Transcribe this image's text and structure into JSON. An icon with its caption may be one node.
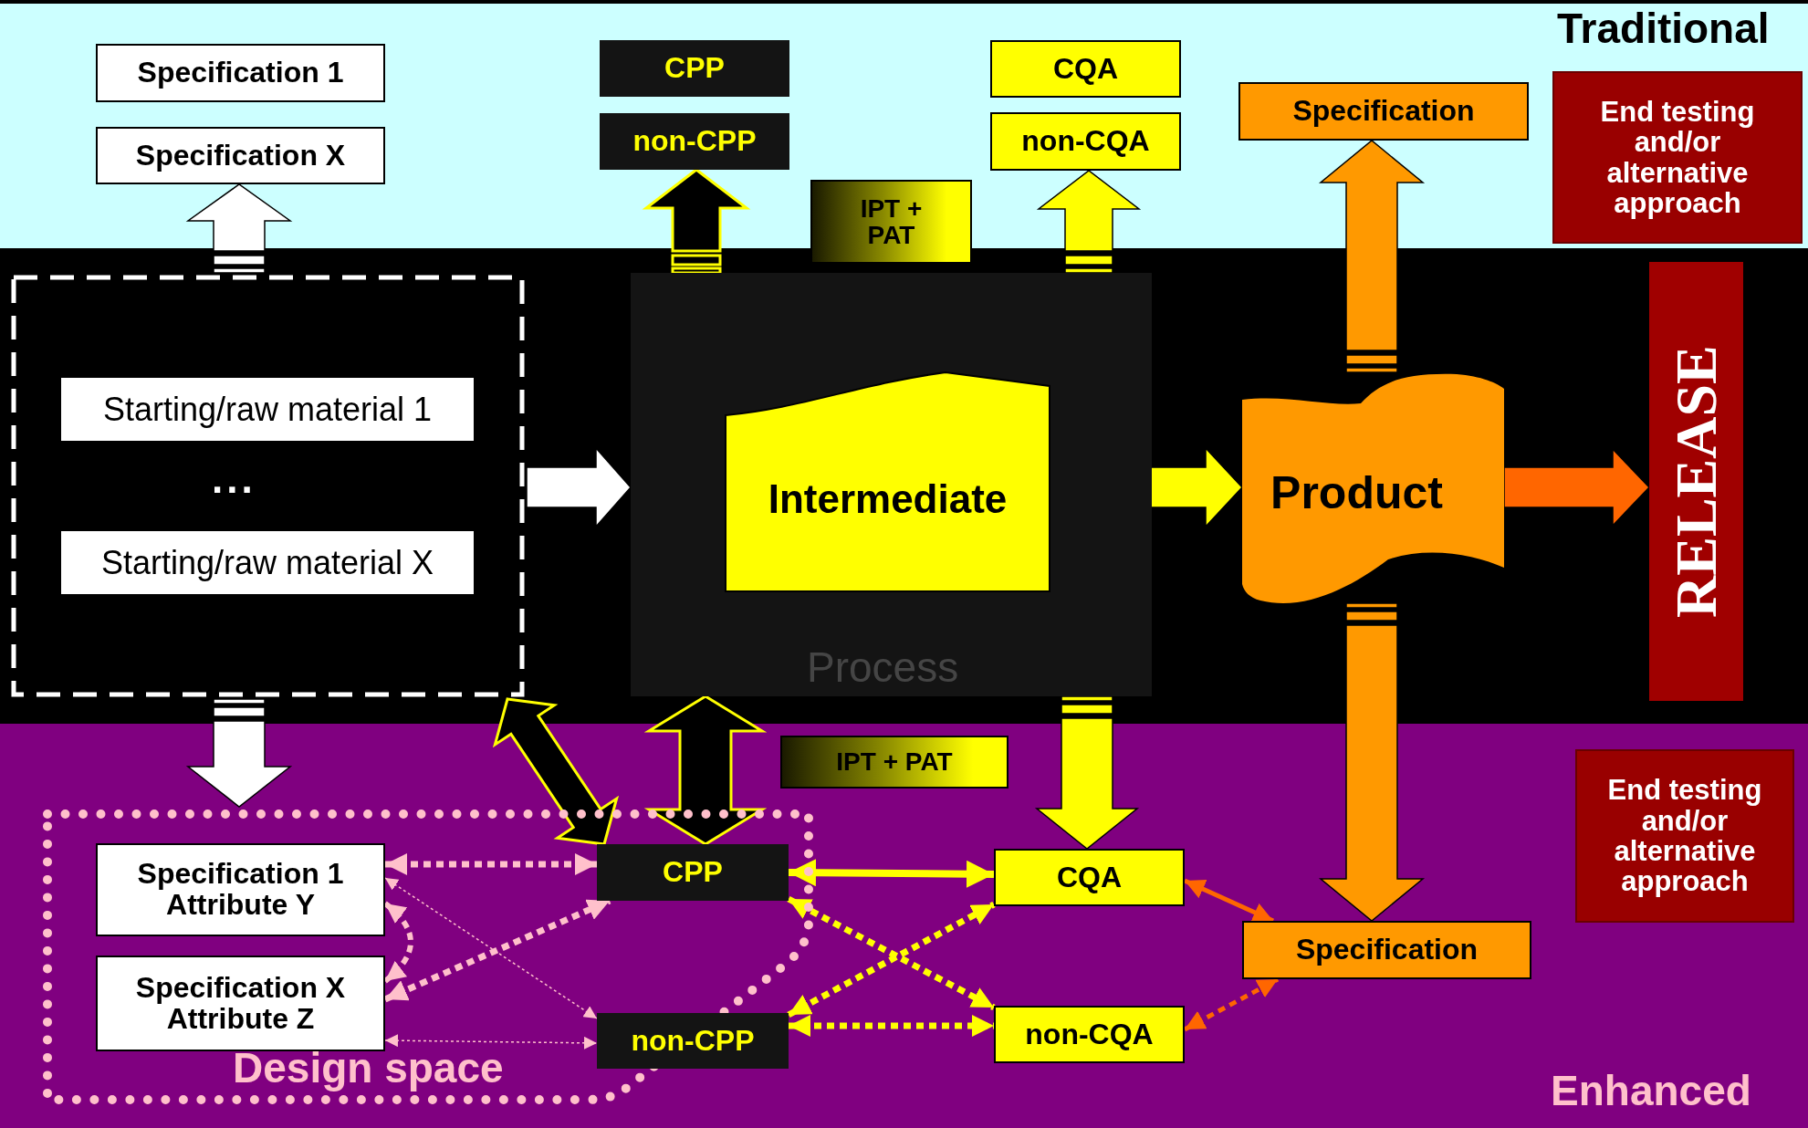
{
  "diagram": {
    "nodes": [
      {
        "text": [
          "Specification 1"
        ]
      },
      {
        "text": [
          "Specification X"
        ]
      },
      {
        "text": [
          "CPP"
        ]
      },
      {
        "text": [
          "non-CPP"
        ]
      },
      {
        "text": [
          "CQA"
        ]
      },
      {
        "text": [
          "non-CQA"
        ]
      },
      {
        "text": [
          "IPT + PAT"
        ]
      },
      {
        "text": [
          "Specification"
        ]
      },
      {
        "text": [
          "End testing and/or alternative approach"
        ]
      },
      {
        "text": [],
        "shape": "box"
      },
      {
        "text": [
          "Starting/raw material 1"
        ],
        "in": 9
      },
      {
        "text": [
          "Starting/raw material X"
        ],
        "in": 9
      },
      {
        "text": [
          "Process"
        ]
      },
      {
        "text": [
          "Intermediate"
        ],
        "in": 12
      },
      {
        "text": [
          "Product"
        ]
      },
      {
        "text": [
          "RELEASE"
        ]
      },
      {
        "text": [
          "End testing and/or alternative approach"
        ]
      },
      {
        "text": [
          "Design space"
        ]
      },
      {
        "text": [
          "Specification 1 Attribute Y"
        ],
        "in": 17
      },
      {
        "text": [
          "Specification X Attribute Z"
        ],
        "in": 17
      },
      {
        "text": [
          "CPP"
        ],
        "in": 17
      },
      {
        "text": [
          "non-CPP"
        ]
      },
      {
        "text": [
          "IPT + PAT"
        ]
      },
      {
        "text": [
          "CQA"
        ]
      },
      {
        "text": [
          "non-CQA"
        ]
      },
      {
        "text": [
          "Specification"
        ]
      }
    ],
    "edges": [
      {
        "from": 9,
        "to": 1,
        "arrow": "to",
        "style": "thick",
        "color": "#ffffff"
      },
      {
        "from": 9,
        "to": 12,
        "arrow": "to",
        "style": "thick",
        "color": "#ffffff"
      },
      {
        "from": 9,
        "to": 17,
        "arrow": "to",
        "style": "thick",
        "color": "#ffffff"
      },
      {
        "from": 12,
        "to": 3,
        "arrow": "to",
        "style": "thick",
        "color": "#000000"
      },
      {
        "from": 12,
        "to": 5,
        "arrow": "to",
        "style": "thick",
        "color": "#ffff00"
      },
      {
        "from": 13,
        "to": 14,
        "arrow": "to",
        "style": "thick",
        "color": "#ffff00"
      },
      {
        "from": 14,
        "to": 7,
        "arrow": "to",
        "style": "thick",
        "color": "#ff9900"
      },
      {
        "from": 14,
        "to": 15,
        "arrow": "to",
        "style": "thick",
        "color": "#ff6600"
      },
      {
        "from": 12,
        "to": 23,
        "arrow": "to",
        "style": "thick",
        "color": "#ffff00"
      },
      {
        "from": 14,
        "to": 25,
        "arrow": "to",
        "style": "thick",
        "color": "#ff9900"
      },
      {
        "from": 12,
        "to": 20,
        "arrow": "both",
        "style": "thick",
        "color": "#000000"
      },
      {
        "from": 9,
        "to": 20,
        "arrow": "both",
        "style": "thick",
        "color": "#000000"
      },
      {
        "from": 18,
        "to": 20,
        "arrow": "both",
        "style": "dashed",
        "color": "#ffc0cb"
      },
      {
        "from": 19,
        "to": 20,
        "arrow": "both",
        "style": "dashed",
        "color": "#ffc0cb"
      },
      {
        "from": 18,
        "to": 19,
        "arrow": "both",
        "style": "dashed",
        "color": "#ffc0cb"
      },
      {
        "from": 18,
        "to": 21,
        "arrow": "both",
        "style": "dashed",
        "color": "#ffc0cb"
      },
      {
        "from": 19,
        "to": 21,
        "arrow": "both",
        "style": "dashed",
        "color": "#ffc0cb"
      },
      {
        "from": 20,
        "to": 23,
        "arrow": "both",
        "color": "#ffff00"
      },
      {
        "from": 20,
        "to": 24,
        "arrow": "both",
        "style": "dashed",
        "color": "#ffff00"
      },
      {
        "from": 21,
        "to": 23,
        "arrow": "both",
        "style": "dashed",
        "color": "#ffff00"
      },
      {
        "from": 21,
        "to": 24,
        "arrow": "both",
        "style": "dashed",
        "color": "#ffff00"
      },
      {
        "from": 23,
        "to": 25,
        "arrow": "both",
        "color": "#ff6600"
      },
      {
        "from": 24,
        "to": 25,
        "arrow": "both",
        "style": "dashed",
        "color": "#ff6600"
      }
    ],
    "labels": [
      "Traditional",
      "...",
      "Enhanced"
    ]
  }
}
